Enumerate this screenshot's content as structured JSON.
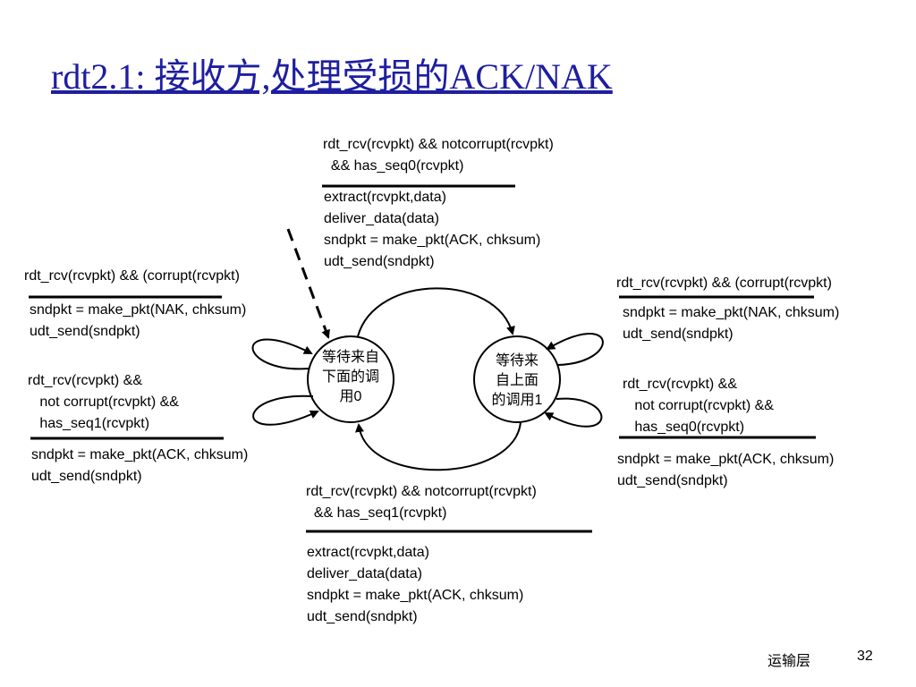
{
  "slide": {
    "title": "rdt2.1: 接收方,处理受损的ACK/NAK",
    "footer_label": "运输层",
    "page_number": "32"
  },
  "states": {
    "s0": "等待来自\n下面的调\n用0",
    "s1": "等待来\n自上面\n的调用1"
  },
  "transitions": {
    "top": {
      "condition": "rdt_rcv(rcvpkt) && notcorrupt(rcvpkt)\n  && has_seq0(rcvpkt)",
      "actions": "extract(rcvpkt,data)\ndeliver_data(data)\nsndpkt = make_pkt(ACK, chksum)\nudt_send(sndpkt)"
    },
    "bottom": {
      "condition": "rdt_rcv(rcvpkt) && notcorrupt(rcvpkt)\n  && has_seq1(rcvpkt)",
      "actions": "extract(rcvpkt,data)\ndeliver_data(data)\nsndpkt = make_pkt(ACK, chksum)\nudt_send(sndpkt)"
    },
    "left_corrupt": {
      "condition": "rdt_rcv(rcvpkt) && (corrupt(rcvpkt)",
      "actions": "sndpkt = make_pkt(NAK, chksum)\nudt_send(sndpkt)"
    },
    "left_seq": {
      "condition": "rdt_rcv(rcvpkt) &&\n   not corrupt(rcvpkt) &&\n   has_seq1(rcvpkt)",
      "actions": "sndpkt = make_pkt(ACK, chksum)\nudt_send(sndpkt)"
    },
    "right_corrupt": {
      "condition": "rdt_rcv(rcvpkt) && (corrupt(rcvpkt)",
      "actions": "sndpkt = make_pkt(NAK, chksum)\nudt_send(sndpkt)"
    },
    "right_seq": {
      "condition": "rdt_rcv(rcvpkt) &&\n   not corrupt(rcvpkt) &&\n   has_seq0(rcvpkt)",
      "actions": "sndpkt = make_pkt(ACK, chksum)\nudt_send(sndpkt)"
    }
  },
  "colors": {
    "title": "#1e1ea0",
    "line": "#000000"
  }
}
